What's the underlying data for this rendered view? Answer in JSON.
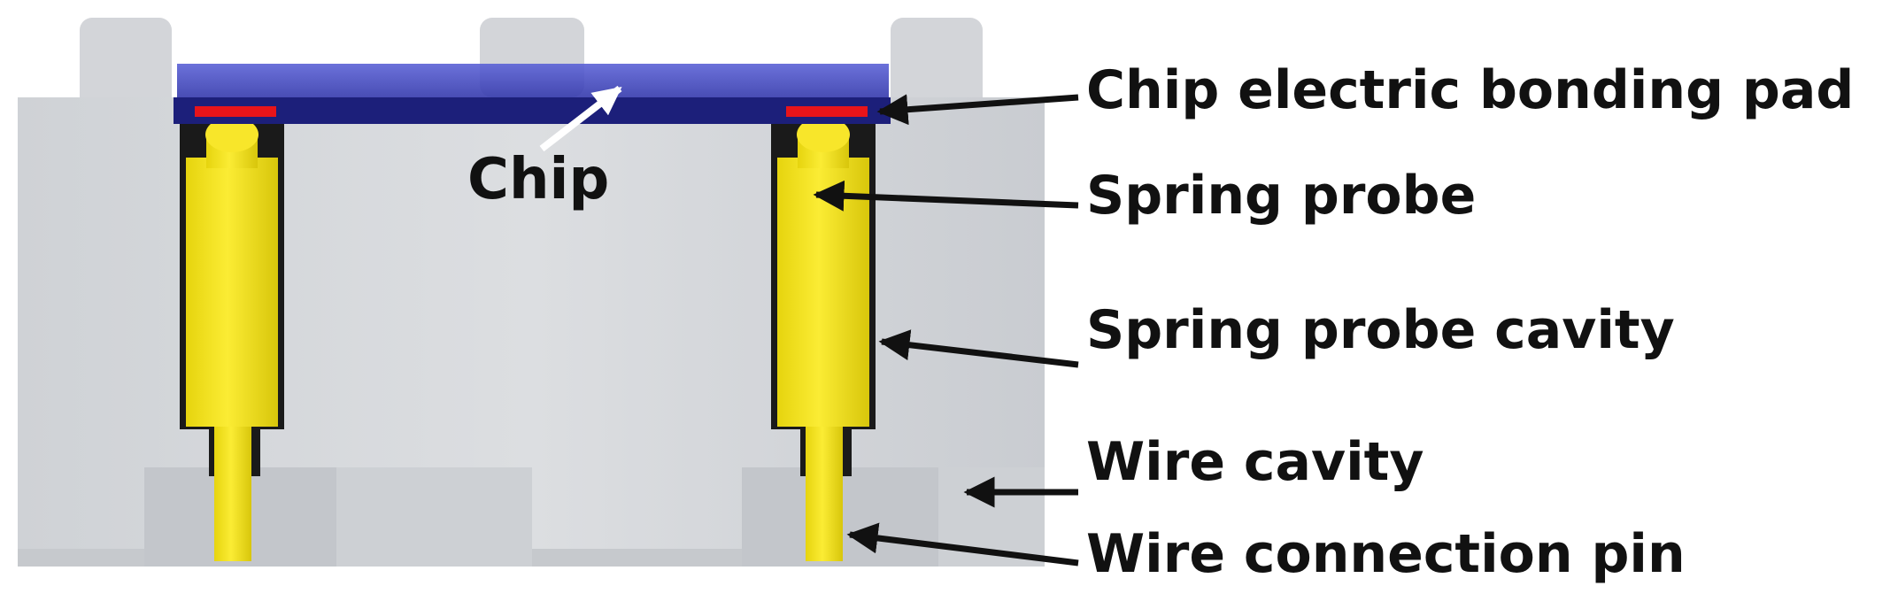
{
  "labels": {
    "chip": "Chip",
    "bonding_pad": "Chip electric bonding pad",
    "spring_probe": "Spring probe",
    "spring_probe_cavity": "Spring probe cavity",
    "wire_cavity": "Wire cavity",
    "wire_connection_pin": "Wire connection pin"
  },
  "colors": {
    "housing": "#d6d8dc",
    "housing_shadow": "#c2c5ca",
    "chip_blue": "#3a3fb8",
    "chip_dark": "#1c1f7a",
    "bonding_pad": "#e8141a",
    "probe_yellow": "#f4e21a",
    "probe_shadow": "#c9b80c",
    "arrow": "#111111",
    "chip_arrow": "#ffffff"
  }
}
